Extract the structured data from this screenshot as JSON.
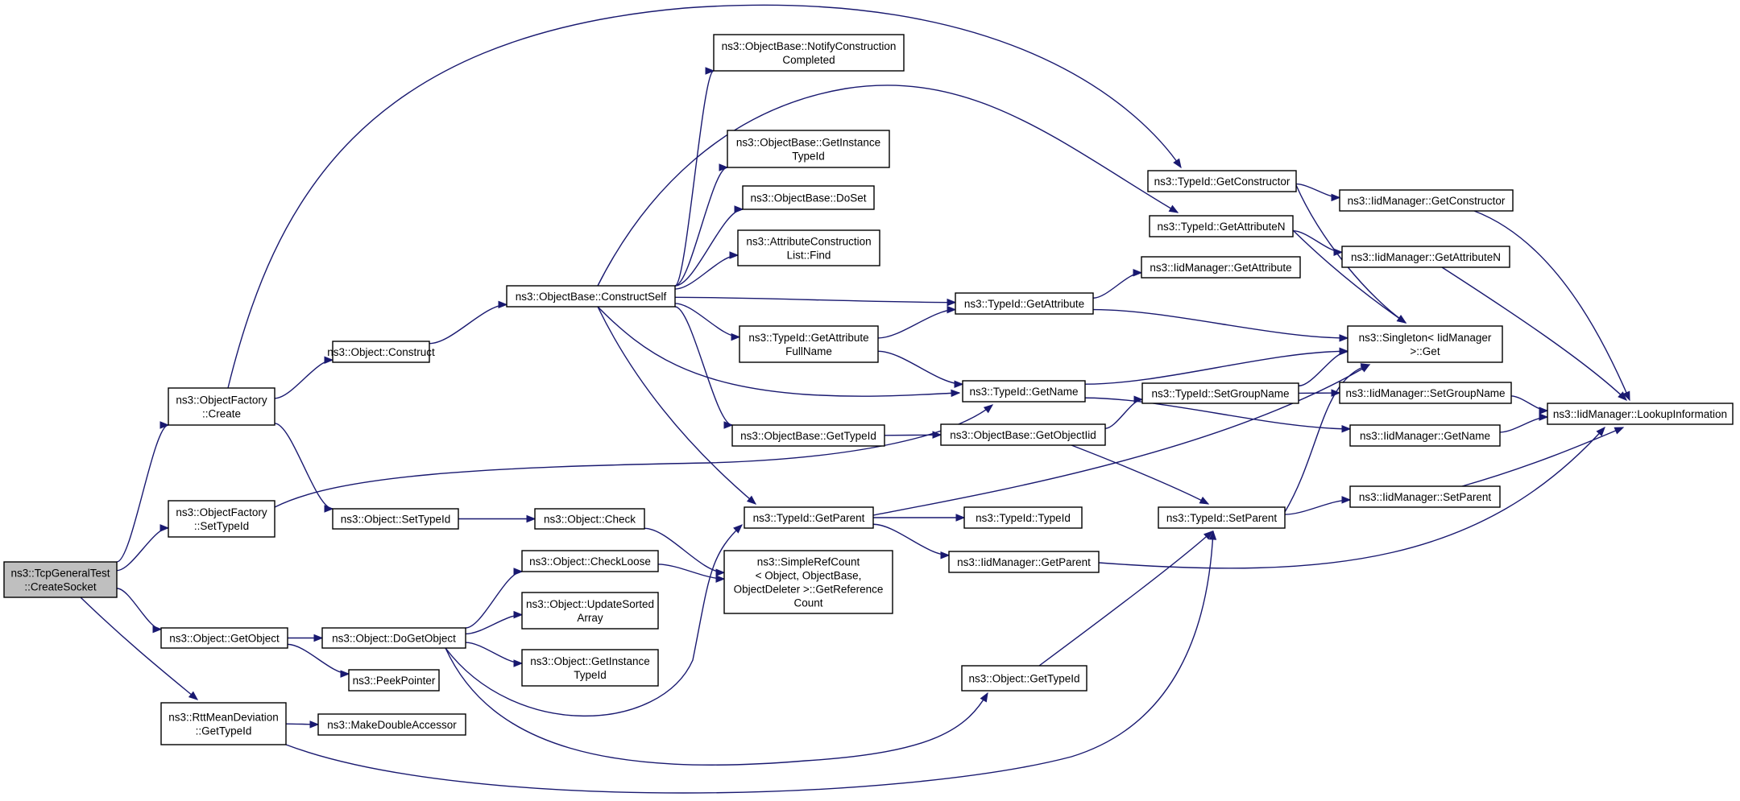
{
  "graph": {
    "edge_color": "#191970",
    "root_fill": "#bfbfbf",
    "nodes": [
      {
        "id": "root",
        "lines": [
          "ns3::TcpGeneralTest",
          "::CreateSocket"
        ],
        "root": true
      },
      {
        "id": "of_create",
        "lines": [
          "ns3::ObjectFactory",
          "::Create"
        ]
      },
      {
        "id": "of_settypeid",
        "lines": [
          "ns3::ObjectFactory",
          "::SetTypeId"
        ]
      },
      {
        "id": "o_getobject",
        "lines": [
          "ns3::Object::GetObject"
        ]
      },
      {
        "id": "rtt",
        "lines": [
          "ns3::RttMeanDeviation",
          "::GetTypeId"
        ]
      },
      {
        "id": "o_construct",
        "lines": [
          "ns3::Object::Construct"
        ]
      },
      {
        "id": "o_settypeid",
        "lines": [
          "ns3::Object::SetTypeId"
        ]
      },
      {
        "id": "o_dogetobject",
        "lines": [
          "ns3::Object::DoGetObject"
        ]
      },
      {
        "id": "peek",
        "lines": [
          "ns3::PeekPointer"
        ]
      },
      {
        "id": "mkdouble",
        "lines": [
          "ns3::MakeDoubleAccessor"
        ]
      },
      {
        "id": "ob_constructself",
        "lines": [
          "ns3::ObjectBase::ConstructSelf"
        ]
      },
      {
        "id": "o_check",
        "lines": [
          "ns3::Object::Check"
        ]
      },
      {
        "id": "o_checkloose",
        "lines": [
          "ns3::Object::CheckLoose"
        ]
      },
      {
        "id": "o_updatesorted",
        "lines": [
          "ns3::Object::UpdateSorted",
          "Array"
        ]
      },
      {
        "id": "o_getinstance",
        "lines": [
          "ns3::Object::GetInstance",
          "TypeId"
        ]
      },
      {
        "id": "ob_notify",
        "lines": [
          "ns3::ObjectBase::NotifyConstruction",
          "Completed"
        ]
      },
      {
        "id": "ob_getinstance",
        "lines": [
          "ns3::ObjectBase::GetInstance",
          "TypeId"
        ]
      },
      {
        "id": "ob_doset",
        "lines": [
          "ns3::ObjectBase::DoSet"
        ]
      },
      {
        "id": "acl_find",
        "lines": [
          "ns3::AttributeConstruction",
          "List::Find"
        ]
      },
      {
        "id": "t_getattrfull",
        "lines": [
          "ns3::TypeId::GetAttribute",
          "FullName"
        ]
      },
      {
        "id": "ob_gettypeid",
        "lines": [
          "ns3::ObjectBase::GetTypeId"
        ]
      },
      {
        "id": "t_getparent",
        "lines": [
          "ns3::TypeId::GetParent"
        ]
      },
      {
        "id": "srefcount",
        "lines": [
          "ns3::SimpleRefCount",
          "< Object, ObjectBase,",
          "ObjectDeleter >::GetReference",
          "Count"
        ]
      },
      {
        "id": "t_getattribute",
        "lines": [
          "ns3::TypeId::GetAttribute"
        ]
      },
      {
        "id": "t_getname",
        "lines": [
          "ns3::TypeId::GetName"
        ]
      },
      {
        "id": "ob_getobjectiid",
        "lines": [
          "ns3::ObjectBase::GetObjectIid"
        ]
      },
      {
        "id": "t_typeid",
        "lines": [
          "ns3::TypeId::TypeId"
        ]
      },
      {
        "id": "iid_getparent",
        "lines": [
          "ns3::IidManager::GetParent"
        ]
      },
      {
        "id": "o_gettypeid",
        "lines": [
          "ns3::Object::GetTypeId"
        ]
      },
      {
        "id": "t_getconstructor",
        "lines": [
          "ns3::TypeId::GetConstructor"
        ]
      },
      {
        "id": "t_getattributen",
        "lines": [
          "ns3::TypeId::GetAttributeN"
        ]
      },
      {
        "id": "iid_getattribute",
        "lines": [
          "ns3::IidManager::GetAttribute"
        ]
      },
      {
        "id": "t_setgroupname",
        "lines": [
          "ns3::TypeId::SetGroupName"
        ]
      },
      {
        "id": "t_setparent",
        "lines": [
          "ns3::TypeId::SetParent"
        ]
      },
      {
        "id": "iid_getconstructor",
        "lines": [
          "ns3::IidManager::GetConstructor"
        ]
      },
      {
        "id": "iid_getattributen",
        "lines": [
          "ns3::IidManager::GetAttributeN"
        ]
      },
      {
        "id": "singleton",
        "lines": [
          "ns3::Singleton< IidManager",
          ">::Get"
        ]
      },
      {
        "id": "iid_setgroupname",
        "lines": [
          "ns3::IidManager::SetGroupName"
        ]
      },
      {
        "id": "iid_getname",
        "lines": [
          "ns3::IidManager::GetName"
        ]
      },
      {
        "id": "iid_setparent",
        "lines": [
          "ns3::IidManager::SetParent"
        ]
      },
      {
        "id": "iid_lookup",
        "lines": [
          "ns3::IidManager::LookupInformation"
        ]
      }
    ],
    "edges": [
      [
        "root",
        "of_create"
      ],
      [
        "root",
        "of_settypeid"
      ],
      [
        "root",
        "o_getobject"
      ],
      [
        "root",
        "rtt"
      ],
      [
        "of_create",
        "t_getconstructor"
      ],
      [
        "of_create",
        "o_construct"
      ],
      [
        "of_create",
        "o_settypeid"
      ],
      [
        "of_settypeid",
        "t_getname"
      ],
      [
        "o_getobject",
        "o_dogetobject"
      ],
      [
        "o_getobject",
        "peek"
      ],
      [
        "rtt",
        "mkdouble"
      ],
      [
        "rtt",
        "t_setparent"
      ],
      [
        "o_construct",
        "ob_constructself"
      ],
      [
        "o_settypeid",
        "o_check"
      ],
      [
        "o_dogetobject",
        "o_checkloose"
      ],
      [
        "o_dogetobject",
        "o_updatesorted"
      ],
      [
        "o_dogetobject",
        "o_getinstance"
      ],
      [
        "o_dogetobject",
        "t_getparent"
      ],
      [
        "o_dogetobject",
        "o_gettypeid"
      ],
      [
        "ob_constructself",
        "ob_notify"
      ],
      [
        "ob_constructself",
        "t_getattributen"
      ],
      [
        "ob_constructself",
        "ob_getinstance"
      ],
      [
        "ob_constructself",
        "ob_doset"
      ],
      [
        "ob_constructself",
        "acl_find"
      ],
      [
        "ob_constructself",
        "t_getattribute"
      ],
      [
        "ob_constructself",
        "t_getattrfull"
      ],
      [
        "ob_constructself",
        "t_getname"
      ],
      [
        "ob_constructself",
        "ob_gettypeid"
      ],
      [
        "ob_constructself",
        "t_getparent"
      ],
      [
        "o_check",
        "srefcount"
      ],
      [
        "o_checkloose",
        "srefcount"
      ],
      [
        "t_getattrfull",
        "t_getattribute"
      ],
      [
        "t_getattrfull",
        "t_getname"
      ],
      [
        "ob_gettypeid",
        "ob_getobjectiid"
      ],
      [
        "t_getparent",
        "t_typeid"
      ],
      [
        "t_getparent",
        "iid_getparent"
      ],
      [
        "t_getparent",
        "singleton"
      ],
      [
        "t_getattribute",
        "iid_getattribute"
      ],
      [
        "t_getattribute",
        "singleton"
      ],
      [
        "t_getname",
        "singleton"
      ],
      [
        "t_getname",
        "iid_getname"
      ],
      [
        "ob_getobjectiid",
        "t_setgroupname"
      ],
      [
        "ob_getobjectiid",
        "t_setparent"
      ],
      [
        "o_gettypeid",
        "t_setparent"
      ],
      [
        "t_getconstructor",
        "iid_getconstructor"
      ],
      [
        "t_getconstructor",
        "singleton"
      ],
      [
        "t_getattributen",
        "iid_getattributen"
      ],
      [
        "t_getattributen",
        "singleton"
      ],
      [
        "t_setgroupname",
        "singleton"
      ],
      [
        "t_setgroupname",
        "iid_setgroupname"
      ],
      [
        "t_setparent",
        "singleton"
      ],
      [
        "t_setparent",
        "iid_setparent"
      ],
      [
        "iid_getparent",
        "iid_lookup"
      ],
      [
        "iid_getconstructor",
        "iid_lookup"
      ],
      [
        "iid_getattributen",
        "iid_lookup"
      ],
      [
        "iid_setgroupname",
        "iid_lookup"
      ],
      [
        "iid_getname",
        "iid_lookup"
      ],
      [
        "iid_setparent",
        "iid_lookup"
      ]
    ]
  }
}
